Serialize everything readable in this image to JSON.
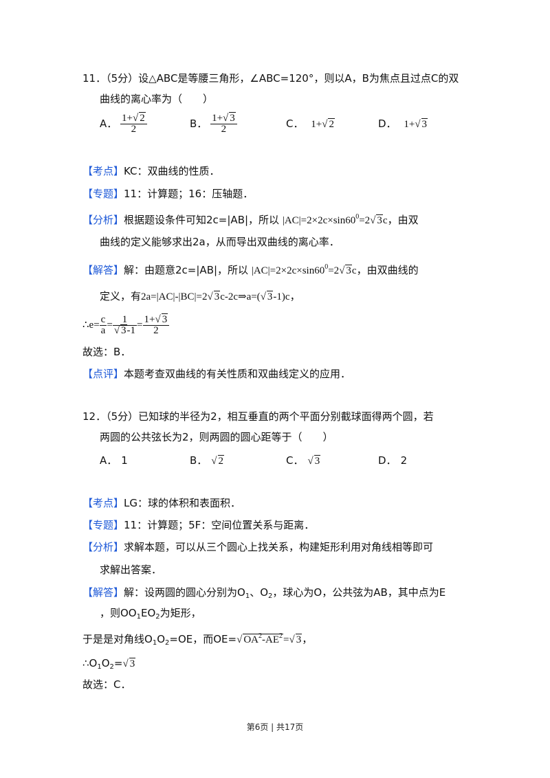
{
  "q11": {
    "stem_line1": "11．（5分）设△ABC是等腰三角形，∠ABC=120°，则以A，B为焦点且过点C的双",
    "stem_line2": "曲线的离心率为（　　）",
    "opt_a_label": "A．",
    "opt_a_num": "1+",
    "opt_a_rad": "2",
    "opt_a_den": "2",
    "opt_b_label": "B．",
    "opt_b_num": "1+",
    "opt_b_rad": "3",
    "opt_b_den": "2",
    "opt_c_label": "C．",
    "opt_c_val": "1+",
    "opt_c_rad": "2",
    "opt_d_label": "D．",
    "opt_d_val": "1+",
    "opt_d_rad": "3",
    "kaodian_tag": "【考点】",
    "kaodian": "KC：双曲线的性质．",
    "zhuanti_tag": "【专题】",
    "zhuanti": "11：计算题；16：压轴题．",
    "fenxi_tag": "【分析】",
    "fenxi_pre": "根据题设条件可知2c=|AB|，所以",
    "fenxi_f1": "|AC|=2×2c×sin60",
    "fenxi_f1_sup": "0",
    "fenxi_f1_eq": "=2",
    "fenxi_f1_rad": "3",
    "fenxi_f1_c": "c",
    "fenxi_post": "，由双",
    "fenxi_line2": "曲线的定义能够求出2a，从而导出双曲线的离心率．",
    "jieda_tag": "【解答】",
    "jieda_pre": "解：由题意2c=|AB|，所以",
    "jieda_f1": "|AC|=2×2c×sin60",
    "jieda_f1_sup": "0",
    "jieda_f1_eq": "=2",
    "jieda_f1_rad": "3",
    "jieda_f1_c": "c",
    "jieda_post": "，由双曲线的",
    "jieda_line2_pre": "定义，有",
    "jieda_line2_f": "2a=|AC|-|BC|=2",
    "jieda_line2_rad1": "3",
    "jieda_line2_mid": "c-2c⇒a=(",
    "jieda_line2_rad2": "3",
    "jieda_line2_end": "-1)c",
    "jieda_line2_post": "，",
    "e_prefix": "∴e=",
    "e_frac1_num": "c",
    "e_frac1_den": "a",
    "e_eq1": "=",
    "e_frac2_num": "1",
    "e_frac2_rad": "3",
    "e_frac2_den_post": "-1",
    "e_eq2": "=",
    "e_frac3_num": "1+",
    "e_frac3_rad": "3",
    "e_frac3_den": "2",
    "guxuan": "故选：B．",
    "dianping_tag": "【点评】",
    "dianping": "本题考查双曲线的有关性质和双曲线定义的应用．"
  },
  "q12": {
    "stem_line1": "12．（5分）已知球的半径为2，相互垂直的两个平面分别截球面得两个圆，若",
    "stem_line2": "两圆的公共弦长为2，则两圆的圆心距等于（　　）",
    "opt_a_label": "A．",
    "opt_a_val": "1",
    "opt_b_label": "B．",
    "opt_b_rad": "2",
    "opt_c_label": "C．",
    "opt_c_rad": "3",
    "opt_d_label": "D．",
    "opt_d_val": "2",
    "kaodian_tag": "【考点】",
    "kaodian": "LG：球的体积和表面积．",
    "zhuanti_tag": "【专题】",
    "zhuanti": "11：计算题；5F：空间位置关系与距离．",
    "fenxi_tag": "【分析】",
    "fenxi_line1": "求解本题，可以从三个圆心上找关系，构建矩形利用对角线相等即可",
    "fenxi_line2": "求解出答案．",
    "jieda_tag": "【解答】",
    "jieda_l1_a": "解：设两圆的圆心分别为O",
    "jieda_l1_s1": "1",
    "jieda_l1_b": "、O",
    "jieda_l1_s2": "2",
    "jieda_l1_c": "，球心为O，公共弦为AB，其中点为E",
    "jieda_l2_a": "，则OO",
    "jieda_l2_s1": "1",
    "jieda_l2_b": "EO",
    "jieda_l2_s2": "2",
    "jieda_l2_c": "为矩形，",
    "l3_a": "于是是对角线O",
    "l3_s1": "1",
    "l3_b": "O",
    "l3_s2": "2",
    "l3_c": "=OE，而OE=",
    "l3_rad_a": "OA",
    "l3_rad_sup1": "2",
    "l3_rad_b": "-AE",
    "l3_rad_sup2": "2",
    "l3_eq": "=",
    "l3_rad3": "3",
    "l3_end": "，",
    "l4_a": "∴O",
    "l4_s1": "1",
    "l4_b": "O",
    "l4_s2": "2",
    "l4_c": "=",
    "l4_rad": "3",
    "guxuan": "故选：C．"
  },
  "footer": {
    "text": "第6页 | 共17页"
  }
}
